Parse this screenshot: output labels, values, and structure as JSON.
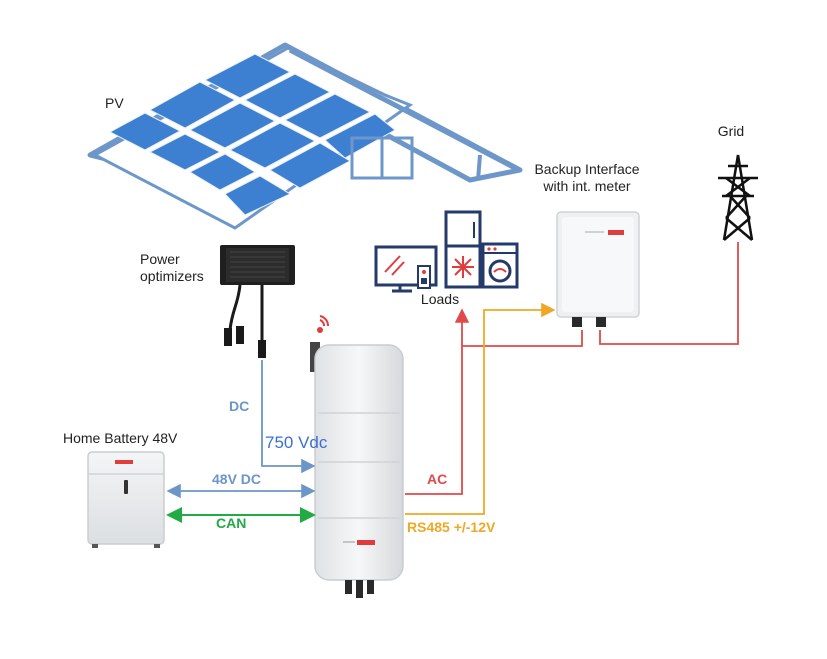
{
  "labels": {
    "pv": "PV",
    "power_optimizers_line1": "Power",
    "power_optimizers_line2": "optimizers",
    "loads": "Loads",
    "backup_interface_line1": "Backup Interface",
    "backup_interface_line2": "with int. meter",
    "grid": "Grid",
    "home_battery": "Home Battery 48V",
    "dc": "DC",
    "vdc": "750 Vdc",
    "dc48": "48V DC",
    "can": "CAN",
    "ac": "AC",
    "rs485": "RS485 +/-12V"
  },
  "colors": {
    "dc_line": "#6a96c8",
    "vdc_text": "#3b6fd4",
    "can_line": "#22aa44",
    "ac_line": "#e04a4a",
    "rs485_line": "#f0a824",
    "panel_blue": "#3d7fd0",
    "roof_outline": "#6e97c9",
    "icon_navy": "#243a6b",
    "icon_red": "#e23b3b",
    "device_grey": "#eceef0"
  }
}
